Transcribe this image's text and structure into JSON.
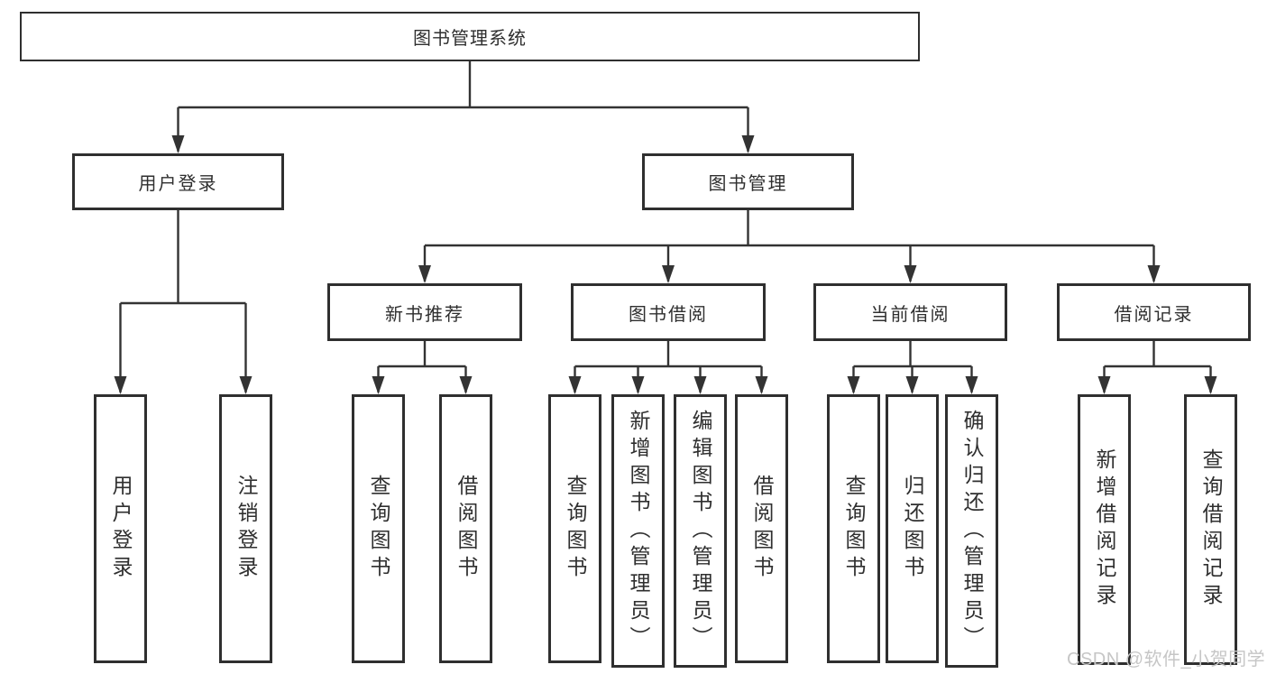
{
  "diagram": {
    "root": {
      "label": "图书管理系统"
    },
    "level2": [
      {
        "label": "用户登录"
      },
      {
        "label": "图书管理"
      }
    ],
    "level3": [
      {
        "label": "新书推荐",
        "parent": "图书管理"
      },
      {
        "label": "图书借阅",
        "parent": "图书管理"
      },
      {
        "label": "当前借阅",
        "parent": "图书管理"
      },
      {
        "label": "借阅记录",
        "parent": "图书管理"
      }
    ],
    "leaves": [
      {
        "label": "用户登录",
        "parent": "用户登录"
      },
      {
        "label": "注销登录",
        "parent": "用户登录"
      },
      {
        "label": "查询图书",
        "parent": "新书推荐"
      },
      {
        "label": "借阅图书",
        "parent": "新书推荐"
      },
      {
        "label": "查询图书",
        "parent": "图书借阅"
      },
      {
        "label": "新增图书（管理员）",
        "parent": "图书借阅"
      },
      {
        "label": "编辑图书（管理员）",
        "parent": "图书借阅"
      },
      {
        "label": "借阅图书",
        "parent": "图书借阅"
      },
      {
        "label": "查询图书",
        "parent": "当前借阅"
      },
      {
        "label": "归还图书",
        "parent": "当前借阅"
      },
      {
        "label": "确认归还（管理员）",
        "parent": "当前借阅"
      },
      {
        "label": "新增借阅记录",
        "parent": "借阅记录"
      },
      {
        "label": "查询借阅记录",
        "parent": "借阅记录"
      }
    ]
  },
  "watermark": {
    "text": "CSDN @软件_小贺同学"
  },
  "colors": {
    "line": "#333333",
    "border": "#2f2f2f",
    "text": "#2f2f2f",
    "background": "#ffffff",
    "watermark": "#c6c6c6"
  }
}
